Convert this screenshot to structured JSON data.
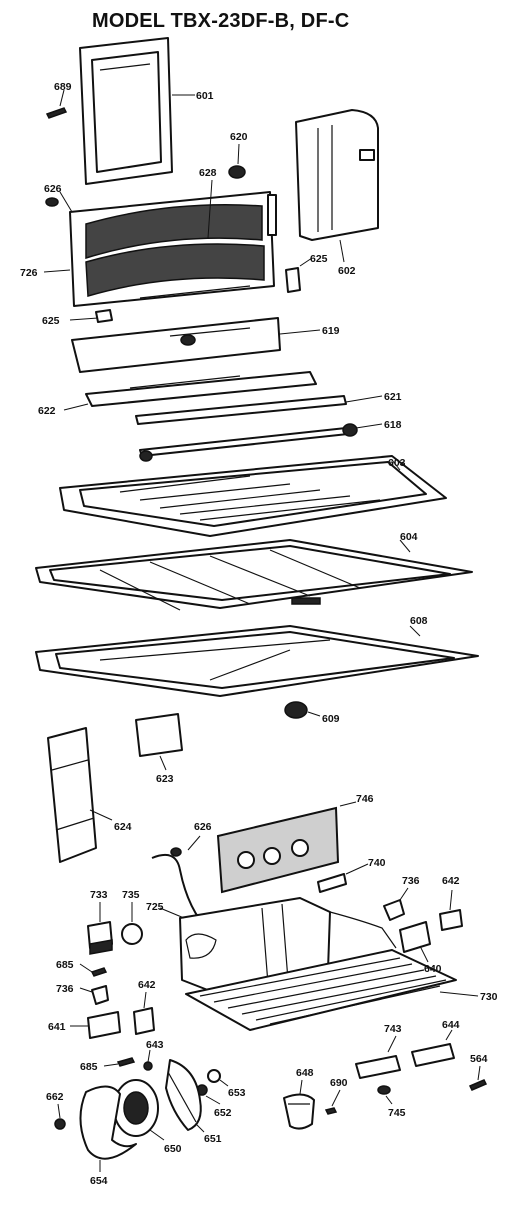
{
  "title": "MODEL TBX-23DF-B, DF-C",
  "part_labels": {
    "p689": "689",
    "p601": "601",
    "p620": "620",
    "p628": "628",
    "p626a": "626",
    "p726": "726",
    "p625a": "625",
    "p602": "602",
    "p625b": "625",
    "p619": "619",
    "p622": "622",
    "p621": "621",
    "p618": "618",
    "p603": "603",
    "p604": "604",
    "p608": "608",
    "p609": "609",
    "p623": "623",
    "p624": "624",
    "p746": "746",
    "p626b": "626",
    "p740": "740",
    "p736a": "736",
    "p642a": "642",
    "p733": "733",
    "p735": "735",
    "p725": "725",
    "p640": "640",
    "p685a": "685",
    "p736b": "736",
    "p730": "730",
    "p642b": "642",
    "p641": "641",
    "p644": "644",
    "p743": "743",
    "p564": "564",
    "p685b": "685",
    "p643": "643",
    "p653": "653",
    "p648": "648",
    "p690": "690",
    "p652": "652",
    "p662": "662",
    "p745": "745",
    "p651": "651",
    "p650": "650",
    "p654": "654"
  }
}
